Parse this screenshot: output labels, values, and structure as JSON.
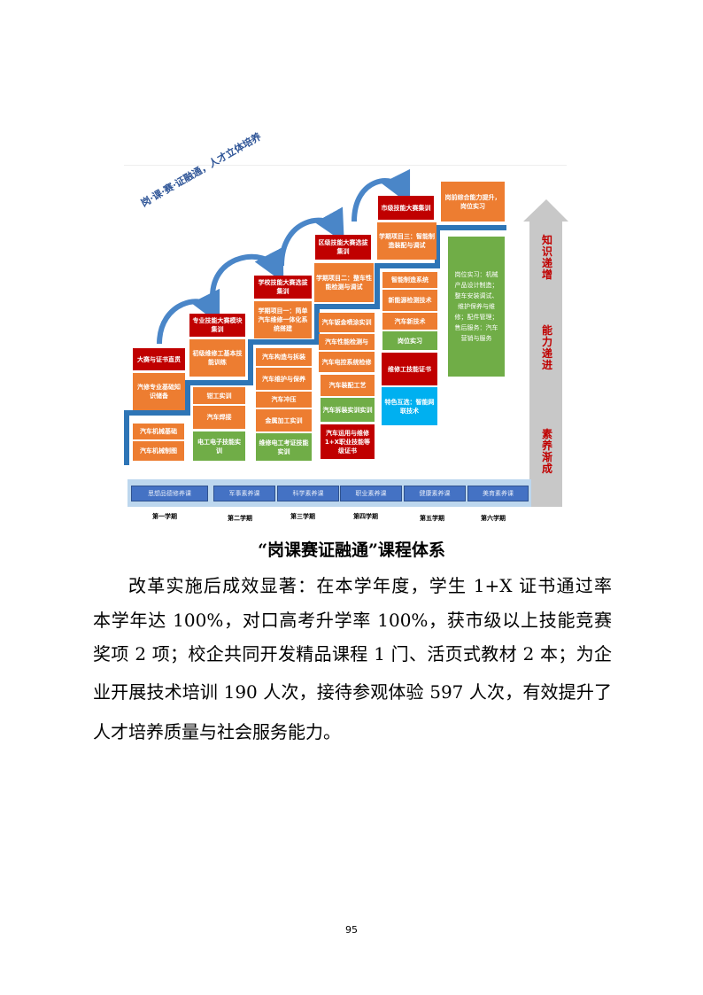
{
  "diagram": {
    "slogan": "岗·课·赛·证融通，人才立体培养",
    "col1": [
      "大赛与证书直贯",
      "汽修专业基础知识储备",
      "汽车机械基础",
      "汽车机械制图"
    ],
    "col2": [
      "专业技能大赛模块集训",
      "初级维修工基本技能训练",
      "钳工实训",
      "汽车焊接",
      "电工电子技能实训"
    ],
    "col3": [
      "学校技能大赛选拔集训",
      "学期项目一：简单汽车维修一体化系统搭建",
      "汽车构造与拆装",
      "汽车维护与保养",
      "汽车冲压",
      "金属加工实训",
      "维修电工考证技能实训"
    ],
    "col4": [
      "区级技能大赛选拔集训",
      "学期项目二：整车性能检测与调试",
      "汽车钣金喷涂实训",
      "汽车性能检测与",
      "汽车电控系统检修",
      "汽车装配工艺",
      "汽车拆装实训实训",
      "汽车运用与维修1+X职业技能等级证书"
    ],
    "col5": [
      "市级技能大赛集训",
      "学期项目三：智能制造装配与调试",
      "智能制造系统",
      "新能源检测技术",
      "汽车新技术",
      "岗位实习",
      "维修工技能证书",
      "特色互选：智能网联技术"
    ],
    "col6": [
      "岗前综合能力提升，岗位实习",
      "岗位实习：机械产品设计制造；整车安装调试、维护保养与维修；配件管理；售后服务：汽车营销与服务"
    ],
    "arrow_labels": [
      "知识递增",
      "能力递进",
      "素养渐成"
    ],
    "literacy_courses": [
      "思想品德修养课",
      "军事素养课",
      "科学素养课",
      "职业素养课",
      "健康素养课",
      "美育素养课"
    ],
    "terms": [
      "第一学期",
      "第二学期",
      "第三学期",
      "第四学期",
      "第五学期",
      "第六学期"
    ],
    "colors": {
      "red": "#c00000",
      "orange": "#ed7d31",
      "green": "#70ad47",
      "cyan": "#00b0f0",
      "blue": "#4472c4"
    }
  },
  "caption": "“岗课赛证融通”课程体系",
  "paragraph_lines": [
    "改革实施后成效显著：在本学年度，学生 1+X 证书通过率",
    "本学年达 100%，对口高考升学率 100%，获市级以上技能竞赛",
    "奖项 2 项；校企共同开发精品课程 1 门、活页式教材 2 本；为企",
    "业开展技术培训 190 人次，接待参观体验 597 人次，有效提升了",
    "人才培养质量与社会服务能力。"
  ],
  "page_number": "95"
}
